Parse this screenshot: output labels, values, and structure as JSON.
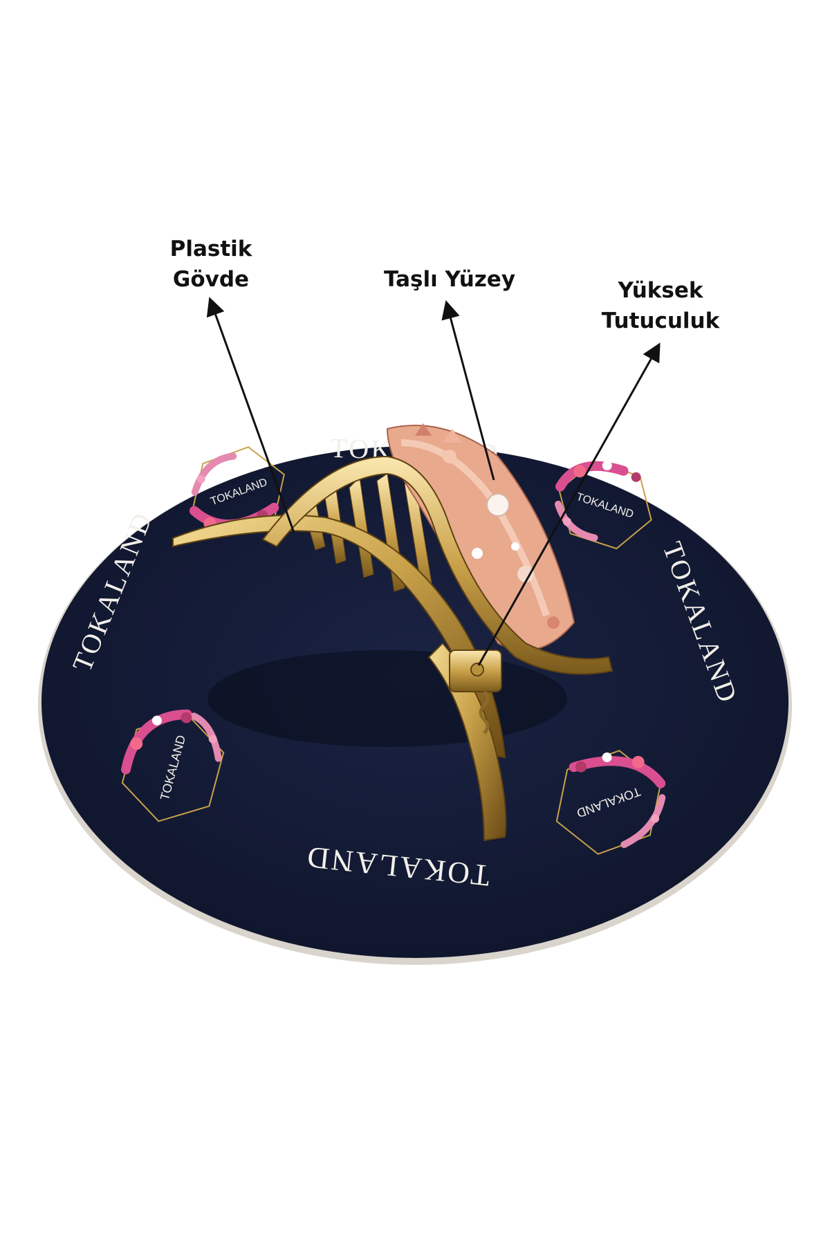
{
  "brand": {
    "name": "TOKALAND",
    "colors": {
      "mat": "#141b35",
      "gold": "#c9a24a",
      "gold_dark": "#7a5a1c",
      "rose": "#d98a8a",
      "petal": "#f3b79c",
      "wreath_pink": "#d94f8f"
    }
  },
  "callouts": {
    "plastik": {
      "line1": "Plastik",
      "line2": "Gövde"
    },
    "tasli": {
      "line1": "Taşlı Yüzey"
    },
    "yuksek": {
      "line1": "Yüksek",
      "line2": "Tutuculuk"
    }
  },
  "mat_labels": {
    "top": "TOKALAND",
    "left": "TOKALAND",
    "right": "TOKALAND",
    "bottom": "TOKALAND"
  },
  "logo_badges": [
    {
      "text": "TOKALAND"
    },
    {
      "text": "TOKALAND"
    },
    {
      "text": "TOKALAND"
    },
    {
      "text": "TOKALAND"
    }
  ]
}
